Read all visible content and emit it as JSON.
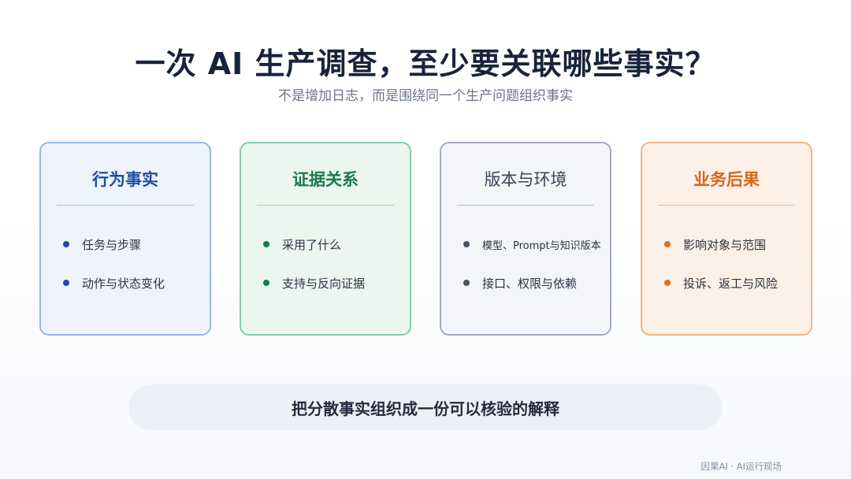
{
  "title": "一次 AI 生产调查，至少要关联哪些事实？",
  "subtitle": "不是增加日志，而是围绕同一个生产问题组织事实",
  "cards": [
    {
      "title": "行为事实",
      "items": [
        "任务与步骤",
        "动作与状态变化"
      ],
      "accent": "#1f4d9c"
    },
    {
      "title": "证据关系",
      "items": [
        "采用了什么",
        "支持与反向证据"
      ],
      "accent": "#1a7a4c"
    },
    {
      "title": "版本与环境",
      "items": [
        "模型、Prompt与知识版本",
        "接口、权限与依赖"
      ],
      "accent": "#4b5468"
    },
    {
      "title": "业务后果",
      "items": [
        "影响对象与范围",
        "投诉、返工与风险"
      ],
      "accent": "#e07020"
    }
  ],
  "banner": "把分散事实组织成一份可以核验的解释",
  "footer": "因果AI · AI运行现场"
}
